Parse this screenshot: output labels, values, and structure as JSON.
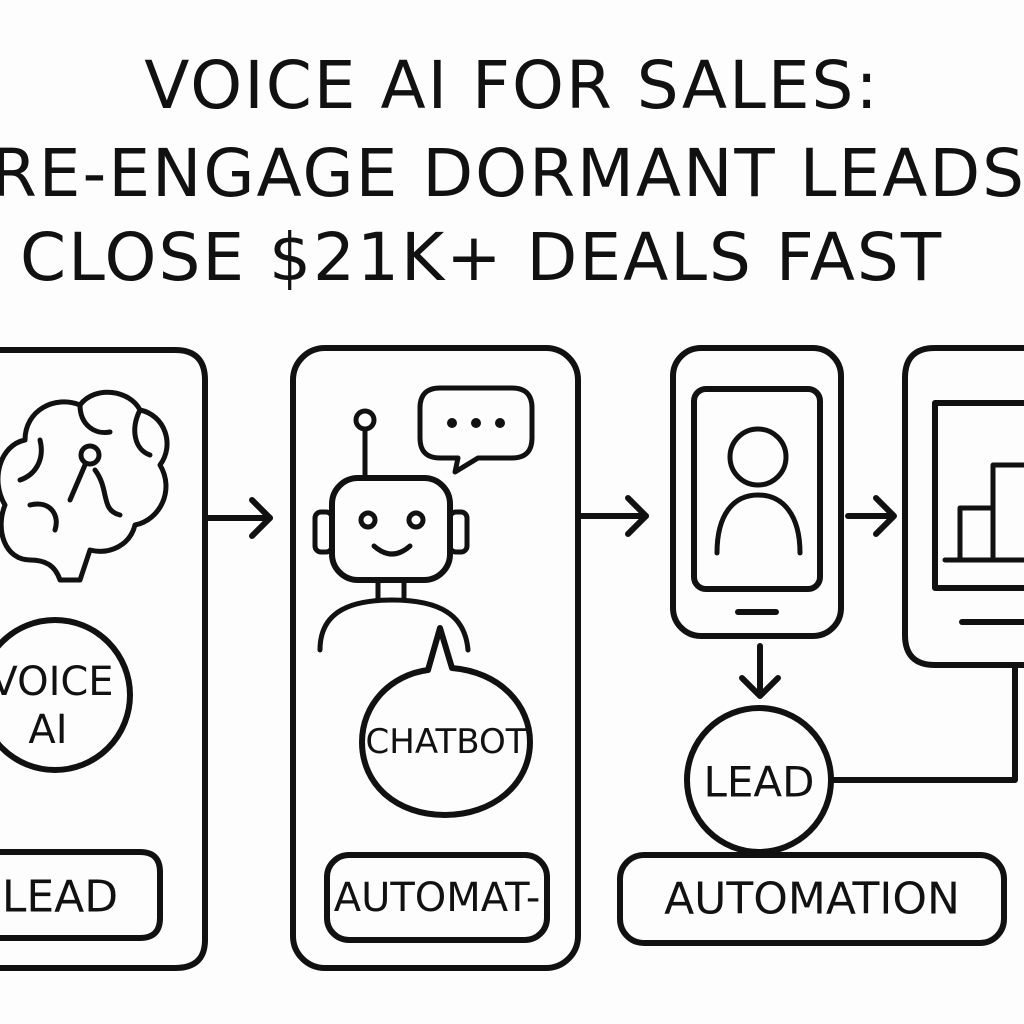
{
  "title": {
    "line1": "VOICE AI FOR SALES:",
    "line2": "RE-ENGAGE DORMANT LEADS,",
    "line3": "CLOSE $21K+ DEALS FAST"
  },
  "panels": {
    "voice_ai": {
      "circle_label_line1": "VOICE",
      "circle_label_line2": "AI",
      "pill_label": "LEAD",
      "icon": "brain-icon"
    },
    "chatbot": {
      "bubble_label": "CHATBOT",
      "pill_label": "AUTOMAT-",
      "icon": "robot-icon"
    },
    "phone": {
      "icon": "smartphone-user-icon",
      "lead_label": "LEAD",
      "pill_label": "AUTOMATION"
    },
    "dashboard": {
      "icon": "monitor-bar-chart-icon"
    }
  },
  "style": {
    "ink": "#111111",
    "background": "#fdfdfd"
  }
}
